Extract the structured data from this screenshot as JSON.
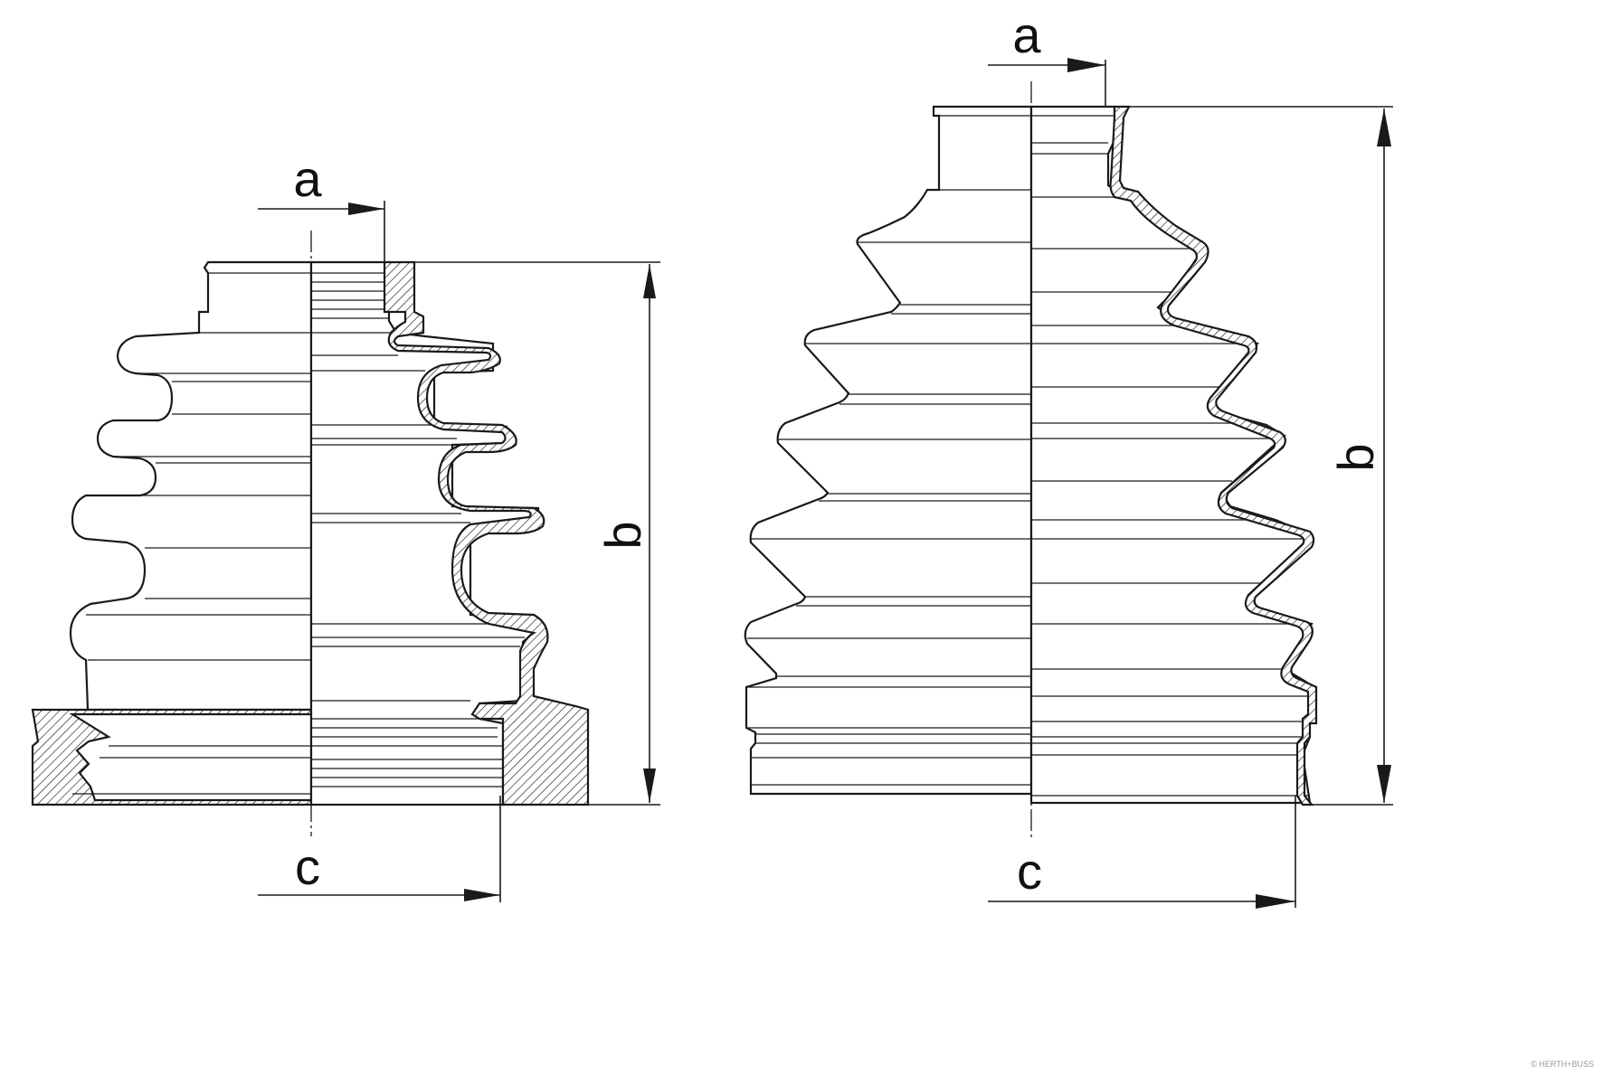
{
  "drawings": [
    {
      "dimensions": {
        "a": "a",
        "b": "b",
        "c": "c"
      }
    },
    {
      "dimensions": {
        "a": "a",
        "b": "b",
        "c": "c"
      }
    }
  ],
  "watermark": "© HERTH+BUSS",
  "colors": {
    "line": "#1a1a1a",
    "background": "#ffffff"
  }
}
